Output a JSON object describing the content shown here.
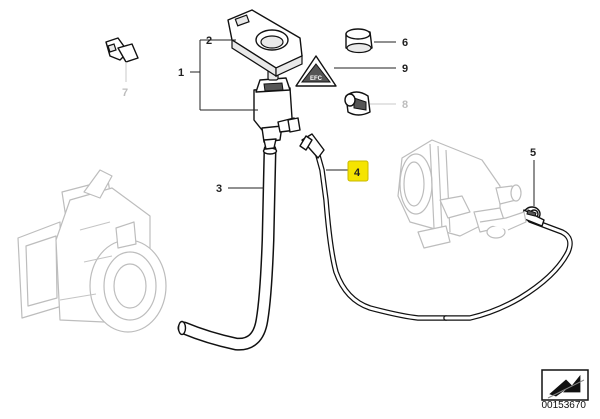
{
  "callouts": {
    "c1": "1",
    "c2": "2",
    "c3": "3",
    "c4": "4",
    "c5": "5",
    "c6": "6",
    "c7": "7",
    "c8": "8",
    "c9": "9"
  },
  "label_sticker_text": "EFC",
  "diagram_number": "00153670",
  "colors": {
    "highlight": "#f5e400",
    "line": "#111111",
    "ghost": "#bdbdbd"
  }
}
